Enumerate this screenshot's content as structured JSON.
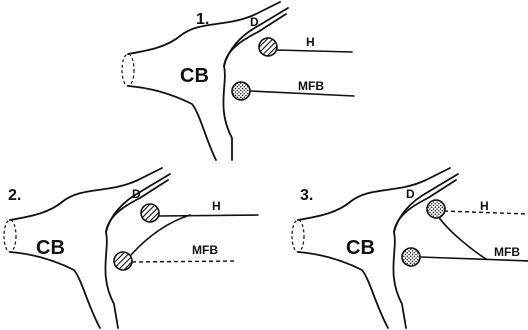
{
  "panels": [
    {
      "number": "1.",
      "cell_body": "CB",
      "dendrite": "D",
      "input_h": "H",
      "input_mfb": "MFB"
    },
    {
      "number": "2.",
      "cell_body": "CB",
      "dendrite": "D",
      "input_h": "H",
      "input_mfb": "MFB"
    },
    {
      "number": "3.",
      "cell_body": "CB",
      "dendrite": "D",
      "input_h": "H",
      "input_mfb": "MFB"
    }
  ]
}
